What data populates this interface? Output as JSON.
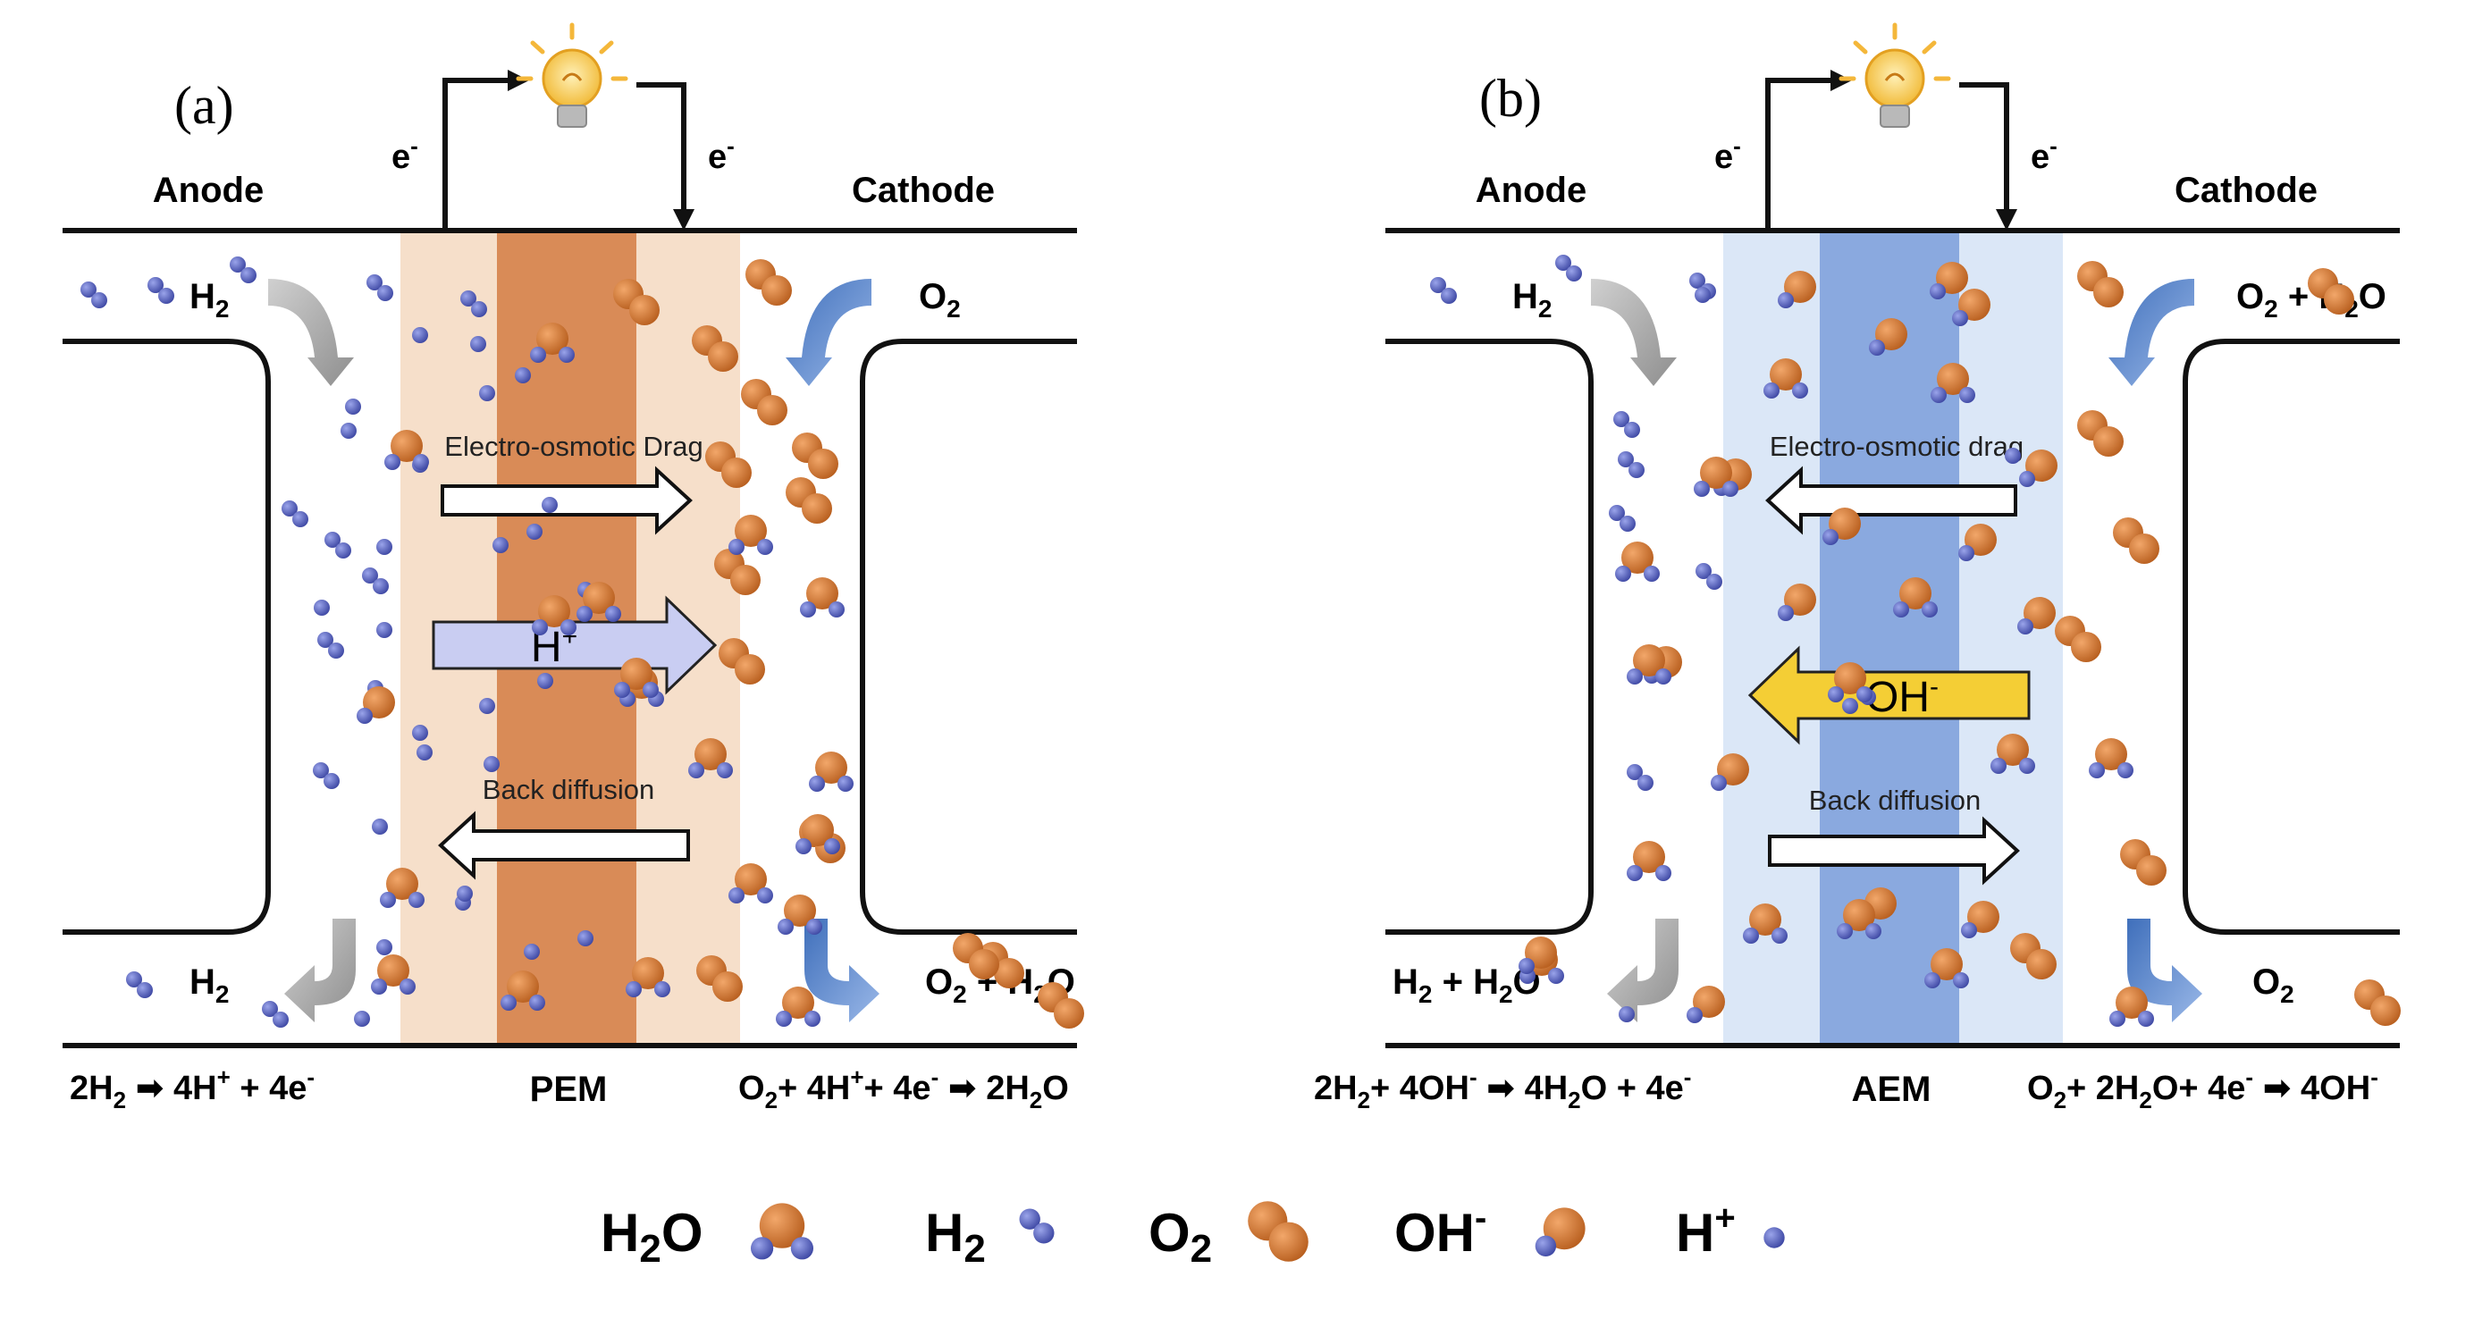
{
  "colors": {
    "h2_blue": "#5663c0",
    "o2_orange": "#d3782e",
    "pem_outer": "#f6dfca",
    "pem_inner": "#d98b57",
    "aem_outer": "#dbe7f7",
    "aem_inner": "#8aa9df",
    "hplus_arrow": "#c9cdf2",
    "ohminus_arrow": "#f4ce35",
    "grey_arrow": "#a7a7a7",
    "blue_arrow": "#5a89cf"
  },
  "panels": [
    {
      "letter": "(a)",
      "anode_label": "Anode",
      "cathode_label": "Cathode",
      "electron_label_left": "e",
      "electron_label_right": "e",
      "electron_sup": "-",
      "inlet_left": {
        "main": "H",
        "sub": "2",
        "rest": ""
      },
      "inlet_right": {
        "main": "O",
        "sub": "2",
        "rest": ""
      },
      "outlet_left": {
        "main": "H",
        "sub": "2",
        "rest": ""
      },
      "outlet_right": {
        "main": "O",
        "sub": "2",
        "plus": " + ",
        "main2": "H",
        "sub2": "2",
        "rest2": "O"
      },
      "drag_label": "Electro-osmotic Drag",
      "back_label": "Back diffusion",
      "ion_label": "H",
      "ion_sup": "+",
      "membrane_label": "PEM",
      "anode_reaction": {
        "a": "2H",
        "a_sub": "2",
        "arrow": " ➡ ",
        "b": "4H",
        "b_sup": "+",
        "c": " + 4e",
        "c_sup": "-"
      },
      "cathode_reaction": {
        "a": "O",
        "a_sub": "2",
        "b": "+ 4H",
        "b_sup": "+",
        "c": "+ 4e",
        "c_sup": "-",
        "arrow": " ➡ ",
        "d": "2H",
        "d_sub": "2",
        "e": "O"
      }
    },
    {
      "letter": "(b)",
      "anode_label": "Anode",
      "cathode_label": "Cathode",
      "electron_label_left": "e",
      "electron_label_right": "e",
      "electron_sup": "-",
      "inlet_left": {
        "main": "H",
        "sub": "2",
        "rest": ""
      },
      "inlet_right": {
        "main": "O",
        "sub": "2",
        "plus": " + ",
        "main2": "H",
        "sub2": "2",
        "rest2": "O"
      },
      "outlet_left": {
        "main": "H",
        "sub": "2",
        "plus": " + ",
        "main2": "H",
        "sub2": "2",
        "rest2": "O"
      },
      "outlet_right": {
        "main": "O",
        "sub": "2",
        "rest": ""
      },
      "drag_label": "Electro-osmotic drag",
      "back_label": "Back diffusion",
      "ion_label": "OH",
      "ion_sup": "-",
      "membrane_label": "AEM",
      "anode_reaction": {
        "a": "2H",
        "a_sub": "2",
        "b": "+ 4OH",
        "b_sup": "-",
        "arrow": " ➡ ",
        "c": "4H",
        "c_sub": "2",
        "d": "O + 4e",
        "d_sup": "-"
      },
      "cathode_reaction": {
        "a": "O",
        "a_sub": "2",
        "b": "+ 2H",
        "b_sub": "2",
        "c": "O+ 4e",
        "c_sup": "-",
        "arrow": " ➡ ",
        "d": "4OH",
        "d_sup": "-"
      }
    }
  ],
  "legend": [
    {
      "main": "H",
      "sub": "2",
      "rest": "O",
      "sup": "",
      "icon": "h2o-molecule-icon"
    },
    {
      "main": "H",
      "sub": "2",
      "rest": "",
      "sup": "",
      "icon": "h2-molecule-icon"
    },
    {
      "main": "O",
      "sub": "2",
      "rest": "",
      "sup": "",
      "icon": "o2-molecule-icon"
    },
    {
      "main": "OH",
      "sub": "",
      "rest": "",
      "sup": "-",
      "icon": "hydroxide-ion-icon"
    },
    {
      "main": "H",
      "sub": "",
      "rest": "",
      "sup": "+",
      "icon": "proton-icon"
    }
  ]
}
